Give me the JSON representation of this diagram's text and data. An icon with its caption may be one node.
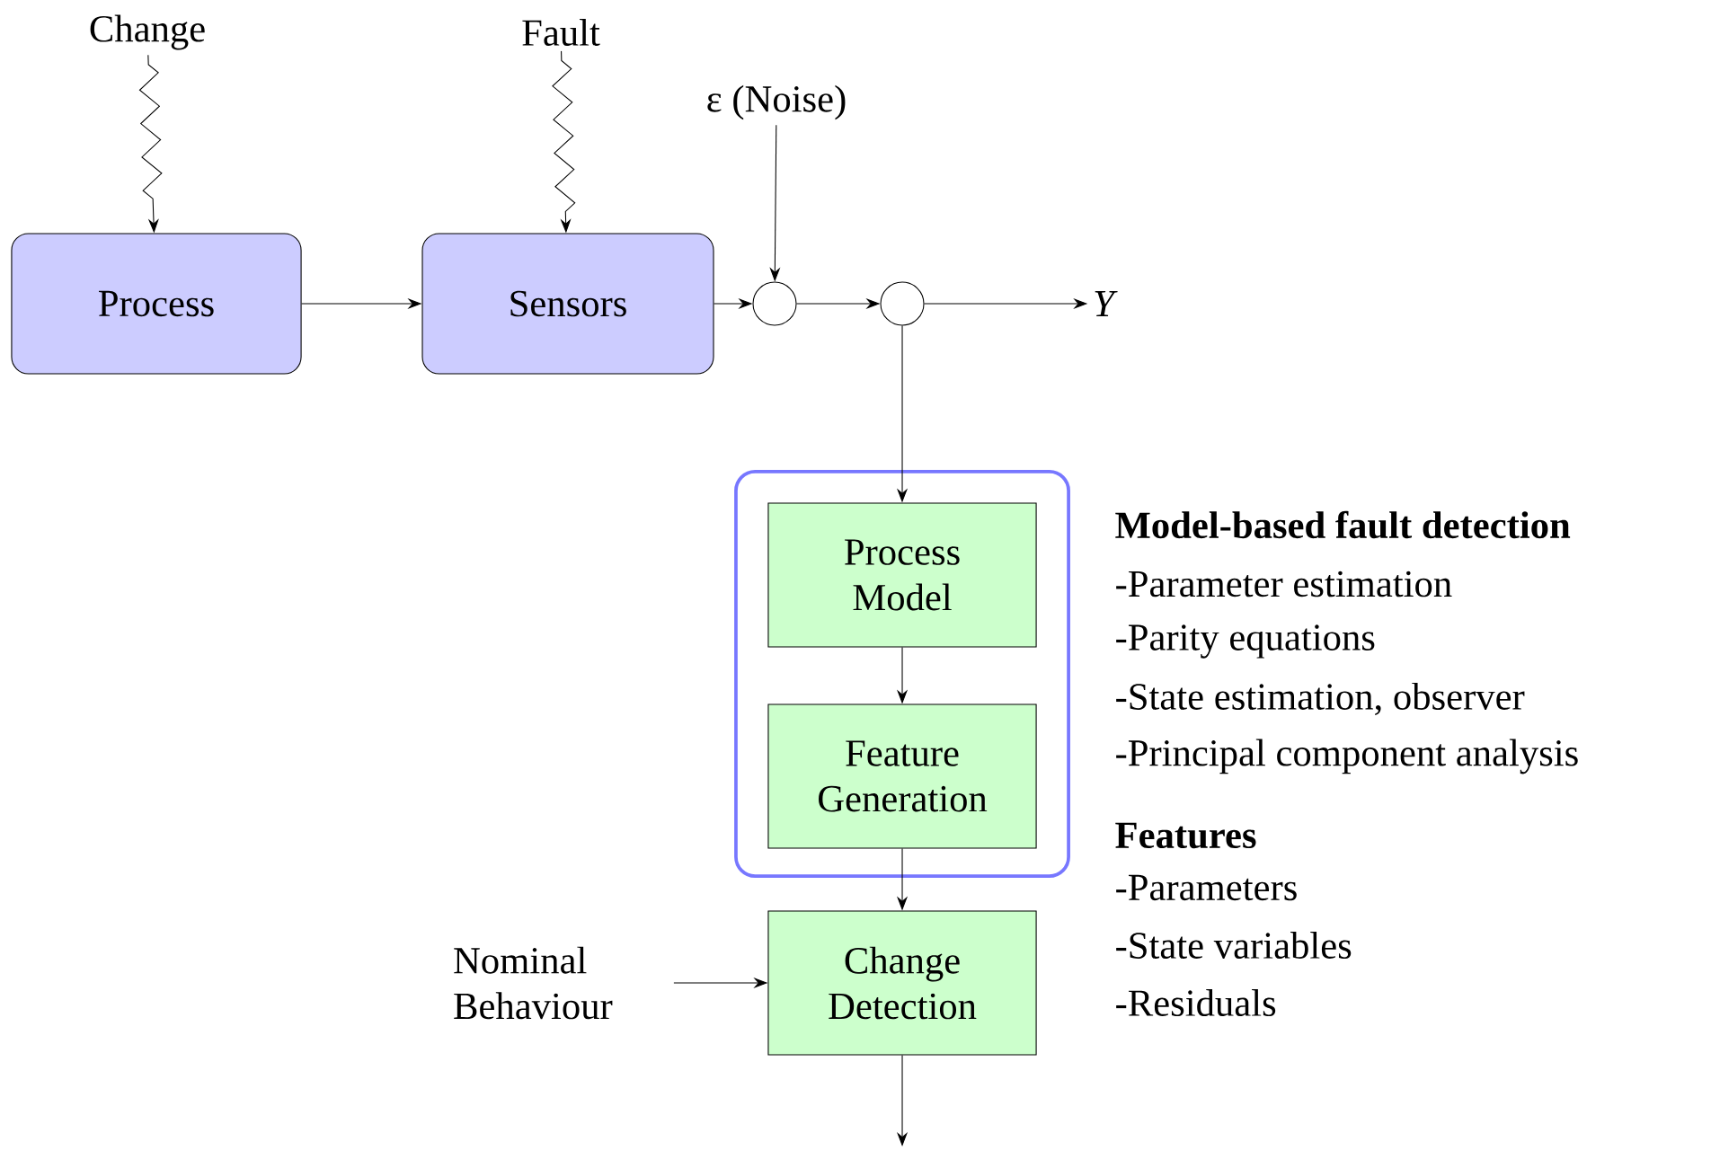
{
  "diagram": {
    "nodes": [
      {
        "text": [
          "Change"
        ]
      },
      {
        "text": [
          "Fault"
        ]
      },
      {
        "text": [
          "ε (Noise)"
        ]
      },
      {
        "text": [
          "Process"
        ]
      },
      {
        "text": [
          "Sensors"
        ]
      },
      {
        "text": [],
        "shape": "circle"
      },
      {
        "text": [],
        "shape": "circle"
      },
      {
        "text": [
          "Y"
        ]
      },
      {
        "text": [],
        "shape": "box"
      },
      {
        "text": [
          "Process Model"
        ],
        "in": 8
      },
      {
        "text": [
          "Feature Generation"
        ],
        "in": 8
      },
      {
        "text": [
          "Nominal Behaviour"
        ]
      },
      {
        "text": [
          "Change Detection"
        ]
      }
    ],
    "edges": [
      {
        "from": 0,
        "to": 3,
        "arrow": "to"
      },
      {
        "from": 1,
        "to": 4,
        "arrow": "to"
      },
      {
        "from": 2,
        "to": 5,
        "arrow": "to"
      },
      {
        "from": 3,
        "to": 4,
        "arrow": "to"
      },
      {
        "from": 4,
        "to": 5,
        "arrow": "to"
      },
      {
        "from": 5,
        "to": 6,
        "arrow": "to"
      },
      {
        "from": 6,
        "to": 7,
        "arrow": "to"
      },
      {
        "from": 6,
        "to": 9,
        "arrow": "to"
      },
      {
        "from": 9,
        "to": 10,
        "arrow": "to"
      },
      {
        "from": 10,
        "to": 12,
        "arrow": "to"
      },
      {
        "from": 11,
        "to": 12,
        "arrow": "to"
      },
      {
        "from": 12,
        "to": null,
        "arrow": "to"
      }
    ],
    "labels": [
      "Model-based fault detection",
      "-Parameter estimation",
      "-Parity equations",
      "-State estimation, observer",
      "-Principal component analysis",
      "Features",
      "-Parameters",
      "-State variables",
      "-Residuals"
    ]
  }
}
